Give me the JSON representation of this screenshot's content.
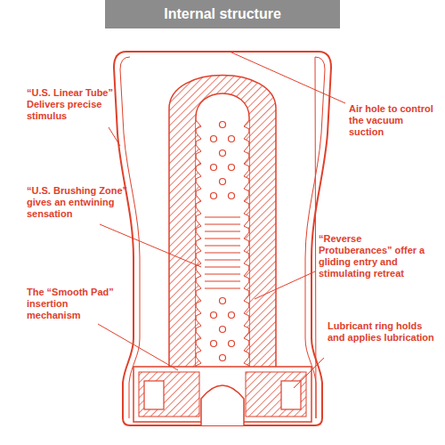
{
  "diagram": {
    "title": "Internal structure",
    "labels": [
      "“U.S. Linear Tube” Delivers precise stimulus",
      "Air hole to control the vacuum suction",
      "“U.S. Brushing Zone” gives an entwining sensation",
      "“Reverse Protuberances” offer a gliding entry and stimulating retreat",
      "The “Smooth Pad” insertion mechanism",
      "Lubricant ring holds and applies lubrication"
    ]
  }
}
